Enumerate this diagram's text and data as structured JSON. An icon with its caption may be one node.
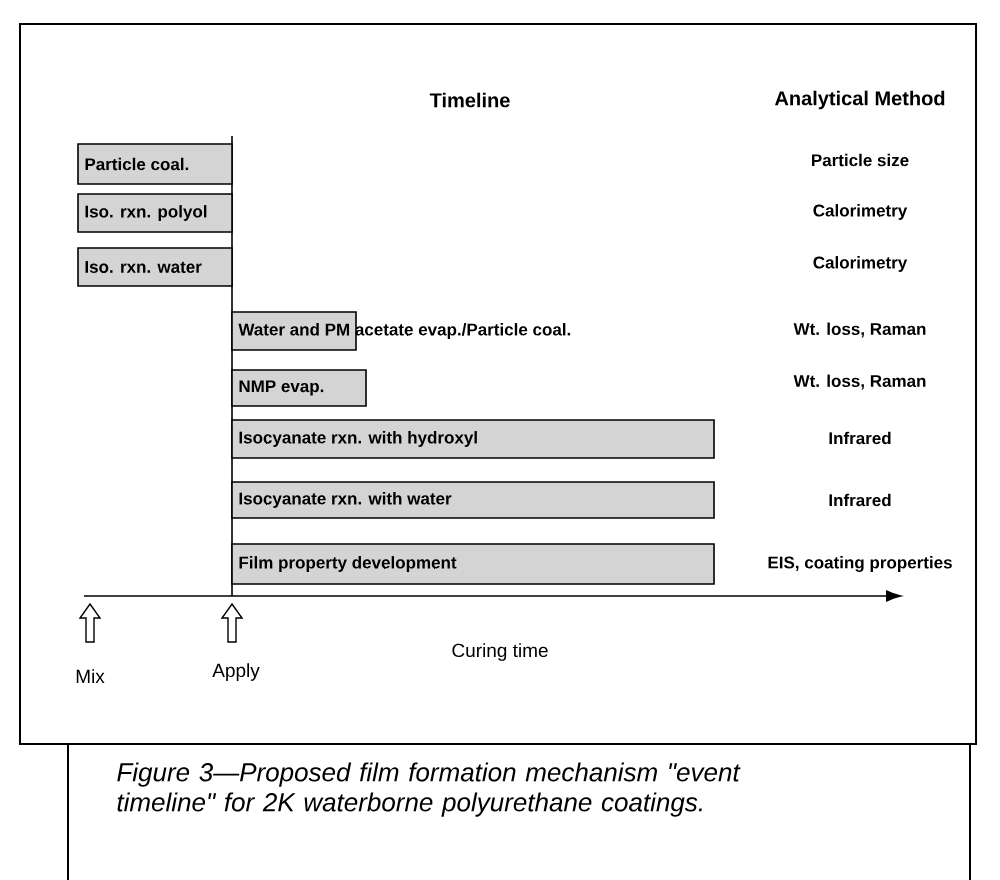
{
  "diagram": {
    "caption": "Figure 3—Proposed film formation mechanism \"event timeline\" for 2K waterborne polyurethane coatings.",
    "nodes": [
      {
        "text": [
          "Particle coal."
        ]
      },
      {
        "text": [
          "Iso. rxn. polyol"
        ]
      },
      {
        "text": [
          "Iso. rxn. water"
        ]
      },
      {
        "text": [
          "Water and PM acetate evap./Particle coal."
        ]
      },
      {
        "text": [
          "NMP evap."
        ]
      },
      {
        "text": [
          "Isocyanate rxn. with hydroxyl"
        ]
      },
      {
        "text": [
          "Isocyanate rxn. with water"
        ]
      },
      {
        "text": [
          "Film property development"
        ]
      }
    ],
    "labels": [
      "Timeline",
      "Analytical Method",
      "Particle size",
      "Calorimetry",
      "Calorimetry",
      "Wt. loss, Raman",
      "Wt. loss, Raman",
      "Infrared",
      "Infrared",
      "EIS, coating properties",
      "Mix",
      "Apply",
      "Curing time"
    ]
  }
}
